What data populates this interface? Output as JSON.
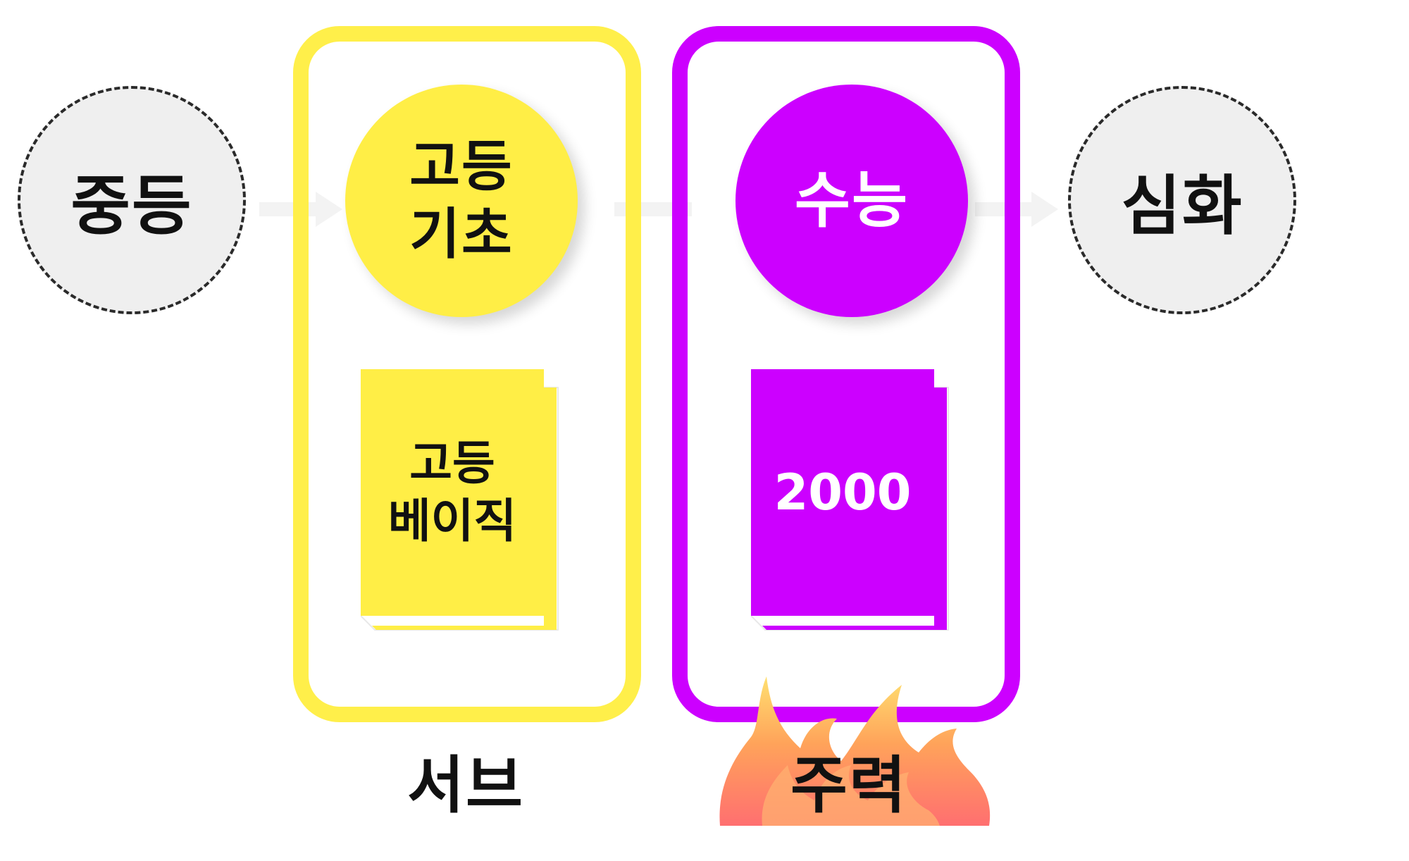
{
  "stages": {
    "middle": "중등",
    "advanced": "심화"
  },
  "yellow_column": {
    "circle_line1": "고등",
    "circle_line2": "기초",
    "book_line1": "고등",
    "book_line2": "베이직",
    "footer": "서브"
  },
  "purple_column": {
    "circle_label": "수능",
    "book_label": "2000",
    "footer": "주력"
  },
  "colors": {
    "yellow": "#ffee46",
    "purple": "#cc00ff",
    "grey": "#efefef",
    "flame": "#ff8a60"
  }
}
